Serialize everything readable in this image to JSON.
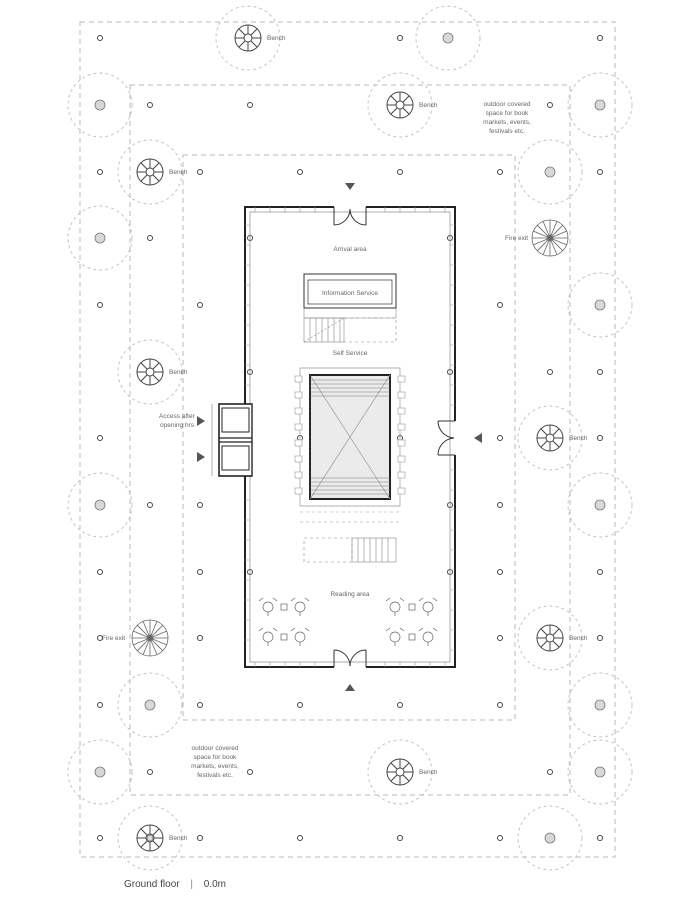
{
  "labels": {
    "bench": "Bench",
    "fire_exit": "Fire exit",
    "arrival_area": "Arrival area",
    "information_service": "Information Service",
    "self_service": "Self Service",
    "reading_area": "Reading area",
    "access_line1": "Access after",
    "access_line2": "opening hrs",
    "covered_line1": "outdoor covered",
    "covered_line2": "space for book",
    "covered_line3": "markets, events,",
    "covered_line4": "festivals etc."
  },
  "caption": {
    "floor": "Ground floor",
    "separator": "|",
    "level": "0.0m"
  }
}
